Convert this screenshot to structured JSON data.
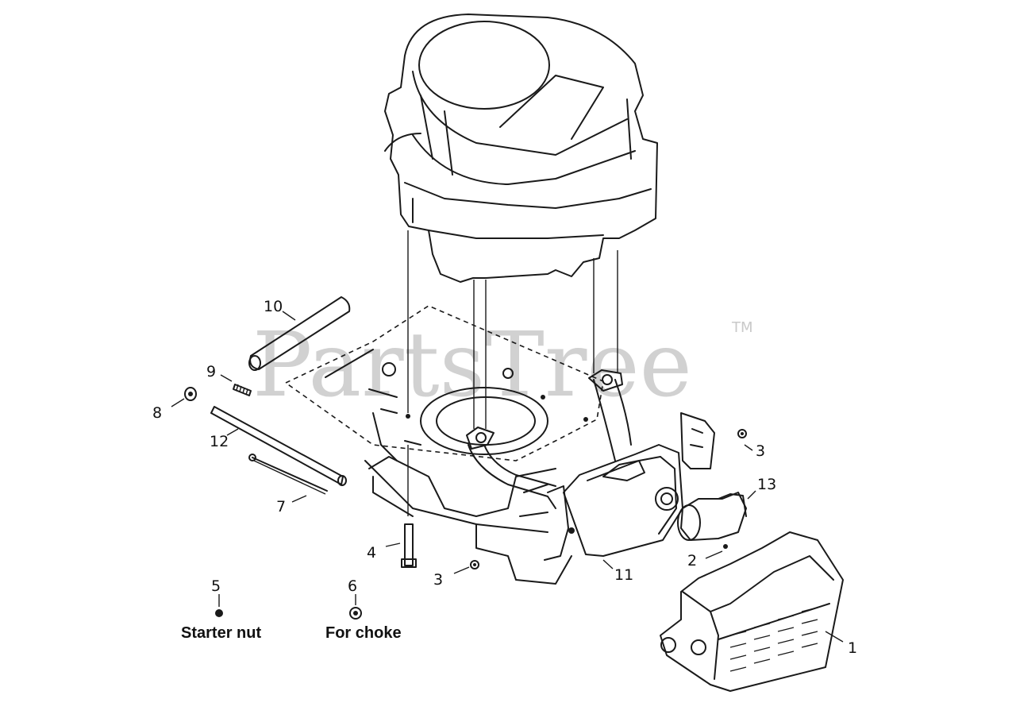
{
  "watermark": {
    "text": "PartsTree",
    "trademark": "TM"
  },
  "callouts": [
    {
      "number": "1"
    },
    {
      "number": "2"
    },
    {
      "number": "3"
    },
    {
      "number": "3"
    },
    {
      "number": "4"
    },
    {
      "number": "5"
    },
    {
      "number": "6"
    },
    {
      "number": "7"
    },
    {
      "number": "8"
    },
    {
      "number": "9"
    },
    {
      "number": "10"
    },
    {
      "number": "11"
    },
    {
      "number": "12"
    },
    {
      "number": "13"
    }
  ],
  "captions": {
    "starter_nut": "Starter nut",
    "for_choke": "For choke"
  }
}
